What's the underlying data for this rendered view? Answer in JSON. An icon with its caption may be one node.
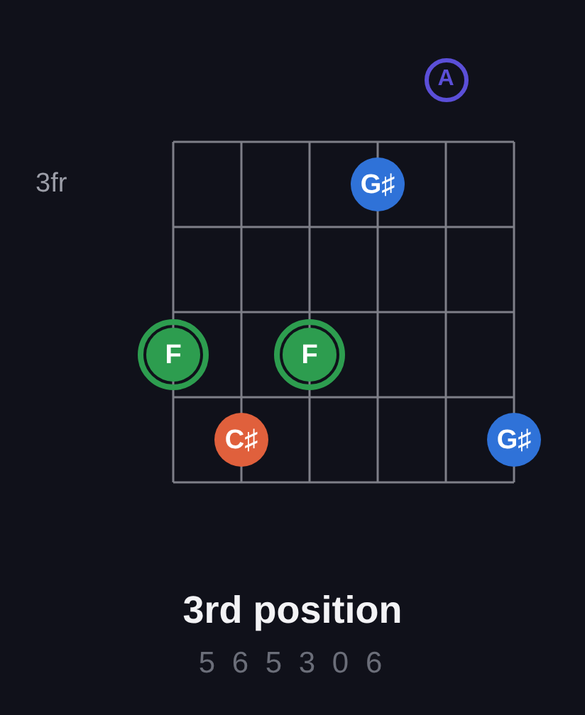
{
  "diagram": {
    "title": "3rd position",
    "nodes": [
      {
        "text": [
          "A"
        ]
      },
      {
        "text": [
          "G♯"
        ]
      },
      {
        "text": [
          "F"
        ]
      },
      {
        "text": [
          "F"
        ]
      },
      {
        "text": [
          "C♯"
        ]
      },
      {
        "text": [
          "G♯"
        ]
      }
    ],
    "labels": [
      "3fr",
      "5 6 5 3 0 6"
    ]
  }
}
